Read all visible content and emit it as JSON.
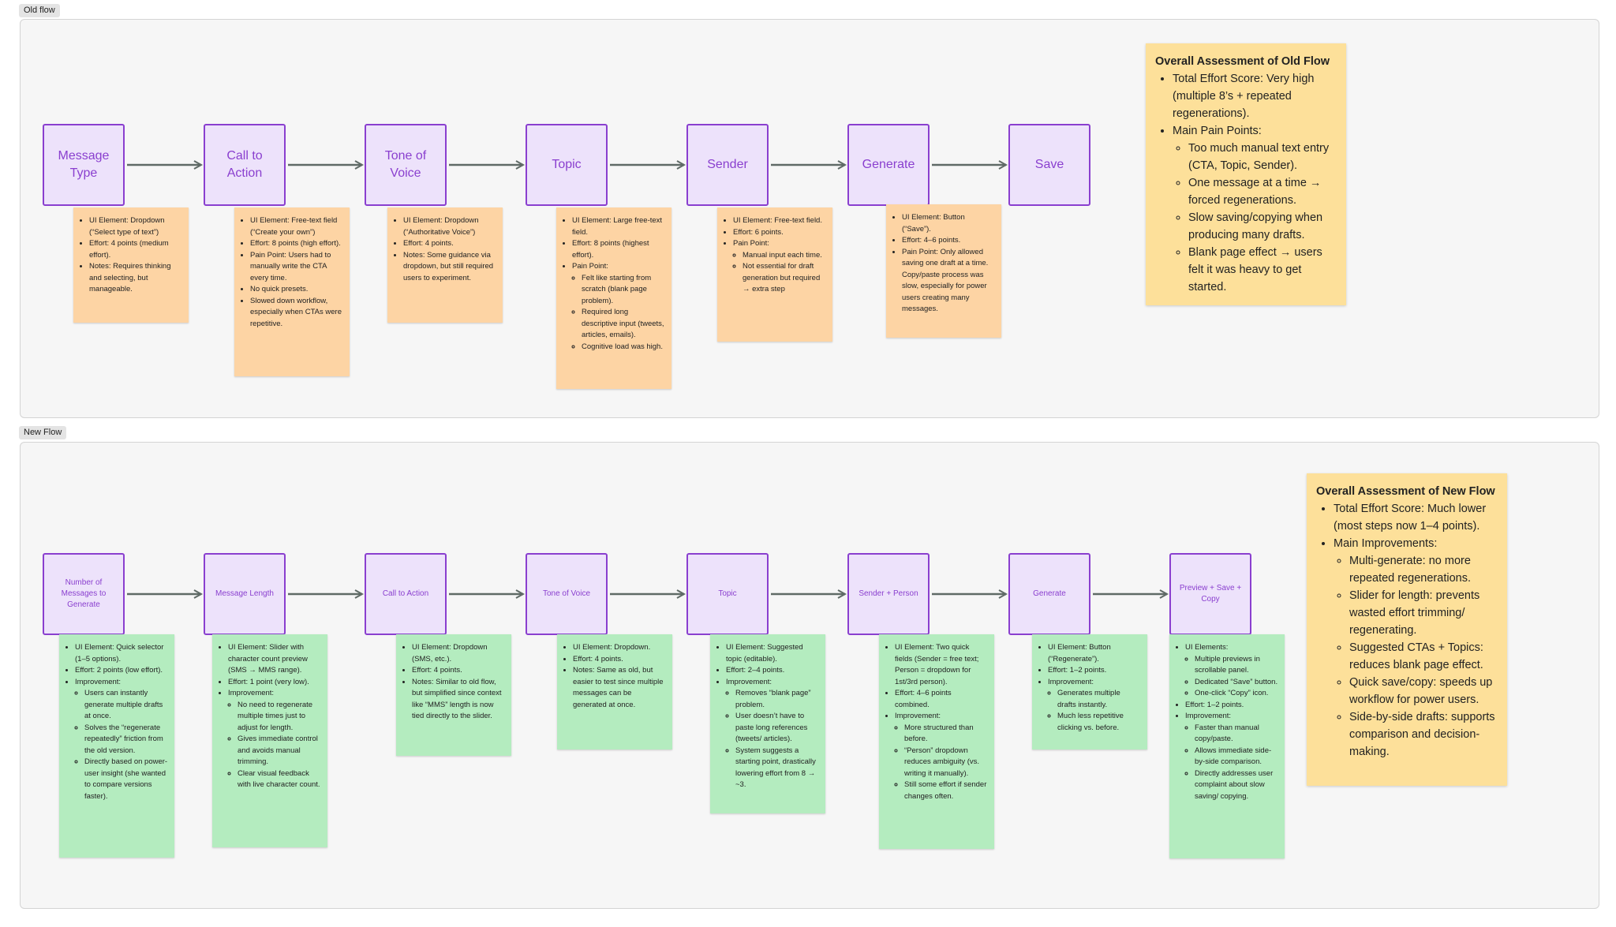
{
  "old_flow": {
    "label": "Old flow",
    "nodes": [
      "Message\nType",
      "Call to\nAction",
      "Tone of\nVoice",
      "Topic",
      "Sender",
      "Generate",
      "Save"
    ],
    "notes": [
      [
        {
          "text": "UI Element: Dropdown (“Select type of text”)"
        },
        {
          "text": "Effort: 4 points (medium effort)."
        },
        {
          "text": "Notes: Requires thinking and selecting, but manageable."
        }
      ],
      [
        {
          "text": "UI Element: Free-text field (“Create your own”)"
        },
        {
          "text": "Effort: 8 points (high effort)."
        },
        {
          "text": "Pain Point: Users had to manually write the CTA every time."
        },
        {
          "text": "No quick presets."
        },
        {
          "text": "Slowed down workflow, especially when CTAs were repetitive."
        }
      ],
      [
        {
          "text": "UI Element: Dropdown (“Authoritative Voice”)"
        },
        {
          "text": "Effort: 4 points."
        },
        {
          "text": "Notes: Some guidance via dropdown, but still required users to experiment."
        }
      ],
      [
        {
          "text": "UI Element: Large free-text field."
        },
        {
          "text": "Effort: 8 points (highest effort)."
        },
        {
          "text": "Pain Point:",
          "sub": [
            "Felt like starting from scratch (blank page problem).",
            "Required long descriptive input (tweets, articles, emails).",
            "Cognitive load was high."
          ]
        }
      ],
      [
        {
          "text": "UI Element: Free-text field."
        },
        {
          "text": "Effort: 6 points."
        },
        {
          "text": "Pain Point:",
          "sub": [
            "Manual input each time.",
            "Not essential for draft generation but required → extra step"
          ]
        }
      ],
      [
        {
          "text": "UI Element: Button (“Save”)."
        },
        {
          "text": "Effort: 4–6 points."
        },
        {
          "text": "Pain Point: Only allowed saving one draft at a time. Copy/paste process was slow, especially for power users creating many messages."
        }
      ]
    ],
    "assessment": {
      "title": "Overall Assessment of Old Flow",
      "items": [
        {
          "text": "Total Effort Score: Very high (multiple 8’s + repeated regenerations)."
        },
        {
          "text": "Main Pain Points:",
          "sub": [
            "Too much manual text entry (CTA, Topic, Sender).",
            "One message at a time → forced regenerations.",
            "Slow saving/copying when producing many drafts.",
            "Blank page effect → users felt it was heavy to get started."
          ]
        }
      ]
    }
  },
  "new_flow": {
    "label": "New Flow",
    "nodes": [
      "Number of\nMessages to\nGenerate",
      "Message Length",
      "Call to Action",
      "Tone of Voice",
      "Topic",
      "Sender + Person",
      "Generate",
      "Preview + Save +\nCopy"
    ],
    "notes": [
      [
        {
          "text": "UI Element: Quick selector (1–5 options)."
        },
        {
          "text": "Effort: 2 points (low effort)."
        },
        {
          "text": "Improvement:",
          "sub": [
            "Users can instantly generate multiple drafts at once.",
            "Solves the “regenerate repeatedly” friction from the old version.",
            "Directly based on power-user insight (she wanted to compare versions faster)."
          ]
        }
      ],
      [
        {
          "text": "UI Element: Slider with character count preview (SMS → MMS range)."
        },
        {
          "text": "Effort: 1 point (very low)."
        },
        {
          "text": "Improvement:",
          "sub": [
            "No need to regenerate multiple times just to adjust for length.",
            "Gives immediate control and avoids manual trimming.",
            "Clear visual feedback with live character count."
          ]
        }
      ],
      [
        {
          "text": "UI Element: Dropdown (SMS, etc.)."
        },
        {
          "text": "Effort: 4 points."
        },
        {
          "text": "Notes: Similar to old flow, but simplified since context like “MMS” length is now tied directly to the slider."
        }
      ],
      [
        {
          "text": "UI Element: Dropdown."
        },
        {
          "text": "Effort: 4 points."
        },
        {
          "text": "Notes: Same as old, but easier to test since multiple messages can be generated at once."
        }
      ],
      [
        {
          "text": "UI Element: Suggested topic (editable)."
        },
        {
          "text": "Effort: 2–4 points."
        },
        {
          "text": "Improvement:",
          "sub": [
            "Removes “blank page” problem.",
            "User doesn’t have to paste long references (tweets/ articles).",
            "System suggests a starting point, drastically lowering effort from 8 → ~3."
          ]
        }
      ],
      [
        {
          "text": "UI Element: Two quick fields (Sender = free text; Person = dropdown for 1st/3rd person)."
        },
        {
          "text": "Effort: 4–6 points combined."
        },
        {
          "text": "Improvement:",
          "sub": [
            "More structured than before.",
            "“Person” dropdown reduces ambiguity (vs. writing it manually).",
            "Still some effort if sender changes often."
          ]
        }
      ],
      [
        {
          "text": "UI Element: Button (“Regenerate”)."
        },
        {
          "text": "Effort: 1–2 points."
        },
        {
          "text": "Improvement:",
          "sub": [
            "Generates multiple drafts instantly.",
            "Much less repetitive clicking vs. before."
          ]
        }
      ],
      [
        {
          "text": "UI Elements:",
          "sub": [
            "Multiple previews in scrollable panel.",
            "Dedicated “Save” button.",
            "One-click “Copy” icon."
          ]
        },
        {
          "text": "Effort: 1–2 points."
        },
        {
          "text": "Improvement:",
          "sub": [
            "Faster than manual copy/paste.",
            "Allows immediate side-by-side comparison.",
            "Directly addresses user complaint about slow saving/ copying."
          ]
        }
      ]
    ],
    "assessment": {
      "title": "Overall Assessment of New Flow",
      "items": [
        {
          "text": "Total Effort Score: Much lower (most steps now 1–4 points)."
        },
        {
          "text": "Main Improvements:",
          "sub": [
            "Multi-generate: no more repeated regenerations.",
            "Slider for length: prevents wasted effort trimming/ regenerating.",
            "Suggested CTAs + Topics: reduces blank page effect.",
            "Quick save/copy: speeds up workflow for power users.",
            "Side-by-side drafts: supports comparison and decision-making."
          ]
        }
      ]
    }
  },
  "colors": {
    "node_fill": "#ede2fb",
    "node_border": "#8a3fcf",
    "note_orange": "#fdd4a4",
    "note_green": "#b4ecbf",
    "assessment_fill": "#fde09a",
    "arrow": "#5f6a66"
  }
}
